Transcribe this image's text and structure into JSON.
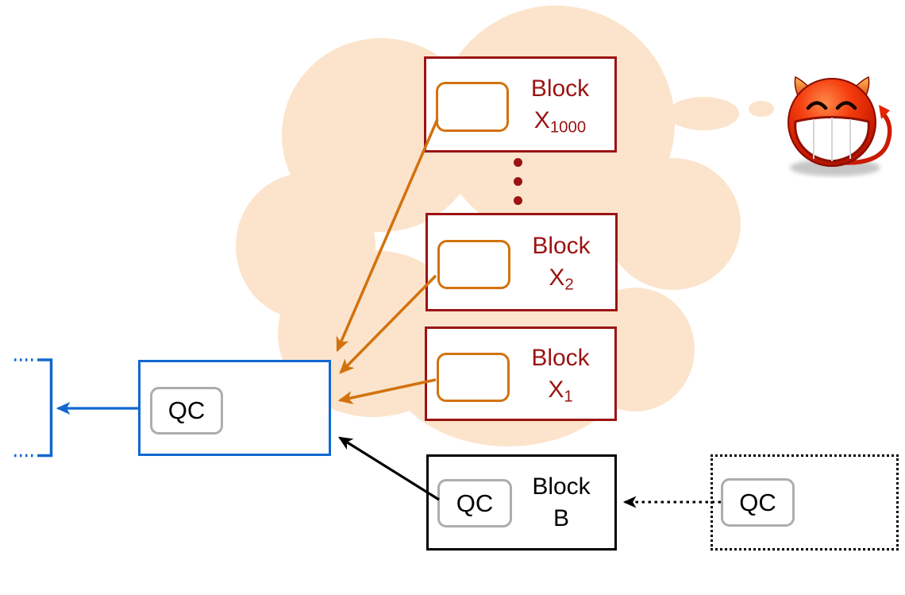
{
  "diagram": {
    "description_hint": "",
    "blocks": {
      "x1000": {
        "label_line1": "Block",
        "label_base": "X",
        "label_sub": "1000"
      },
      "x2": {
        "label_line1": "Block",
        "label_base": "X",
        "label_sub": "2"
      },
      "x1": {
        "label_line1": "Block",
        "label_base": "X",
        "label_sub": "1"
      },
      "b": {
        "label_line1": "Block",
        "label_line2": "B",
        "qc_label": "QC"
      }
    },
    "pending_block": {
      "qc_label": "QC"
    },
    "future_block": {
      "qc_label": "QC"
    },
    "colors": {
      "block_x_border": "#9B1313",
      "block_x_text": "#9B1313",
      "hash_pointer_orange": "#D2720E",
      "pending_block_blue": "#1168D0",
      "block_b_border": "#000000",
      "qc_badge_border": "#ADADAD",
      "cloud_fill": "#FCE4CC",
      "devil_red": "#D42B00"
    },
    "icons": {
      "cloud": "thought-cloud",
      "bubbles": "thought-bubble-trail",
      "devil": "devil-grin-emoji",
      "ellipsis": "vertical-ellipsis-dots"
    }
  }
}
